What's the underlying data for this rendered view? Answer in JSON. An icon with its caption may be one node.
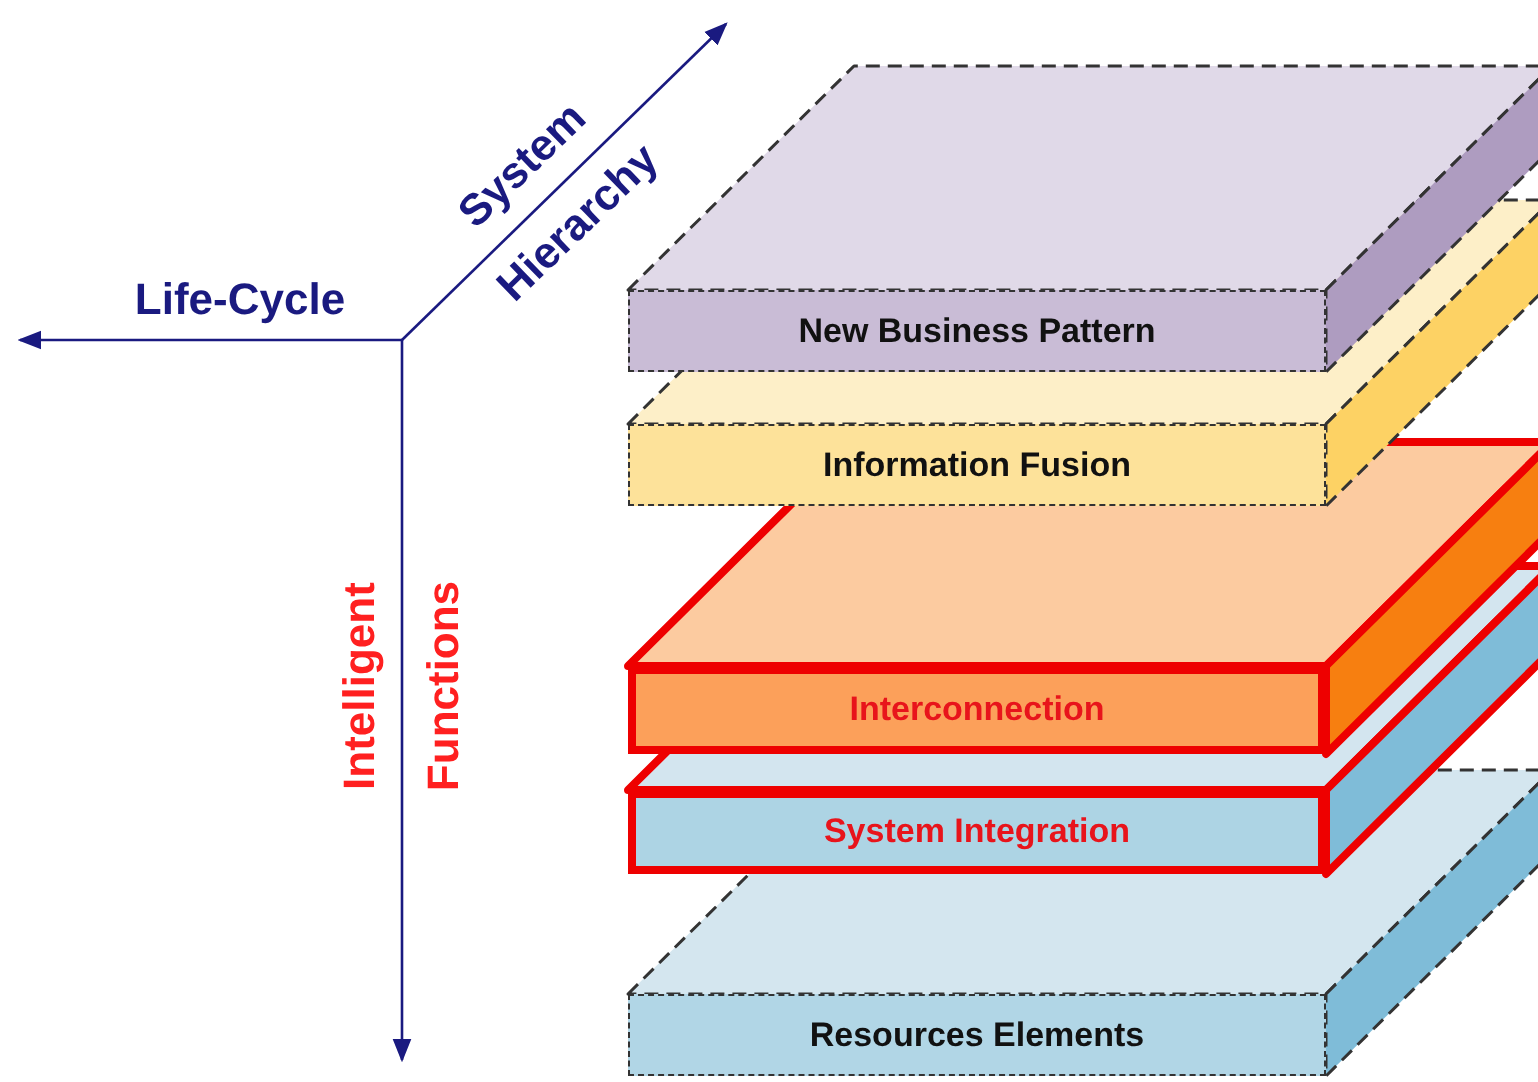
{
  "diagram": {
    "nodes": [
      {
        "text": [
          "New Business Pattern"
        ]
      },
      {
        "text": [
          "Information Fusion"
        ]
      },
      {
        "text": [
          "Interconnection"
        ]
      },
      {
        "text": [
          "System Integration"
        ]
      },
      {
        "text": [
          "Resources Elements"
        ]
      }
    ],
    "labels": [
      "System Hierarchy",
      "Life-Cycle",
      "Intelligent Functions"
    ]
  }
}
